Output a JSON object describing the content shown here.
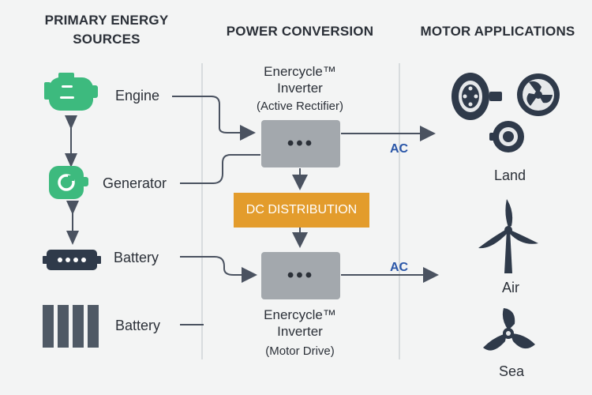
{
  "headers": {
    "sources": "PRIMARY ENERGY\nSOURCES",
    "conversion": "POWER CONVERSION",
    "applications": "MOTOR APPLICATIONS"
  },
  "sources": {
    "engine": "Engine",
    "generator": "Generator",
    "battery1": "Battery",
    "battery2": "Battery"
  },
  "inverter_top": {
    "name": "Enercycle™",
    "type": "Inverter",
    "mode": "(Active Rectifier)",
    "dots": "•••"
  },
  "inverter_bottom": {
    "name": "Enercycle™",
    "type": "Inverter",
    "mode": "(Motor Drive)",
    "dots": "•••"
  },
  "dc_distribution": "DC DISTRIBUTION",
  "ac_top": "AC",
  "ac_bottom": "AC",
  "applications": {
    "land": "Land",
    "air": "Air",
    "sea": "Sea"
  },
  "colors": {
    "green": "#3dba7e",
    "dark": "#2f3a4a",
    "gray_box": "#a3a8ad",
    "orange": "#e39c2c",
    "blue": "#2a56a8"
  }
}
